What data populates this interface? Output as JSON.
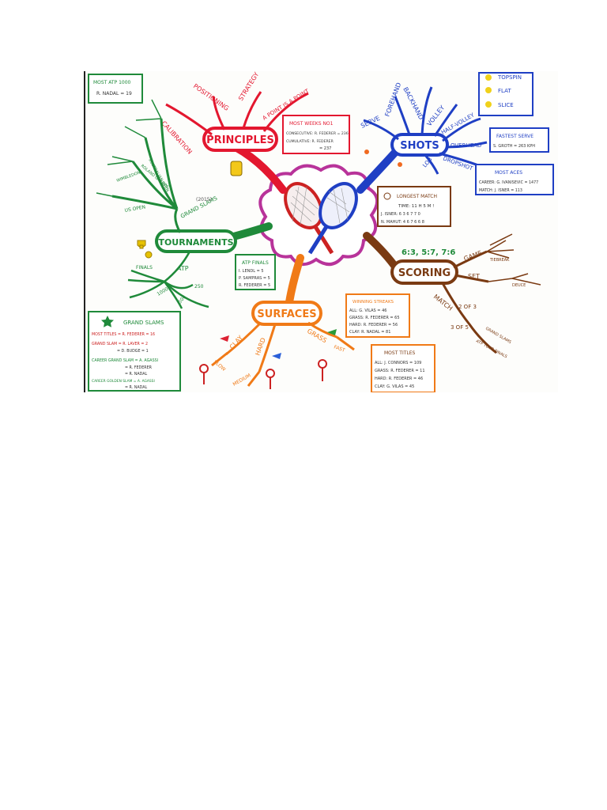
{
  "center": {
    "icon": "tennis-rackets-icon"
  },
  "colors": {
    "principles": "#e3172f",
    "shots": "#1f3fc4",
    "scoring": "#7a3a12",
    "surfaces": "#f07a17",
    "tournaments": "#1f8a3a",
    "center_frame": "#b8339a"
  },
  "branches": {
    "principles": {
      "label": "PRINCIPLES",
      "twigs": [
        "CALIBRATION",
        "POSITIONING",
        "STRATEGY",
        "A POINT IS A POINT"
      ]
    },
    "shots": {
      "label": "SHOTS",
      "twigs": [
        "SERVE",
        "FOREHAND",
        "BACKHAND",
        "VOLLEY",
        "HALF-VOLLEY",
        "OVERHEAD",
        "DROPSHOT",
        "LOB"
      ]
    },
    "scoring": {
      "label": "SCORING",
      "header": "6:3, 5:7, 7:6",
      "twigs": [
        "GAME",
        "SET",
        "MATCH",
        "TIEBREAK",
        "DEUCE"
      ],
      "notes": [
        "2 OF 3",
        "3 OF 5",
        "GRAND SLAMS",
        "ATP TOUR FINALS"
      ]
    },
    "surfaces": {
      "label": "SURFACES",
      "twigs": [
        "CLAY",
        "HARD",
        "GRASS",
        "SLOW",
        "MEDIUM",
        "FAST"
      ]
    },
    "tournaments": {
      "label": "TOURNAMENTS",
      "grand_slams": "GRAND SLAMS",
      "year": "(2015)",
      "slams": [
        "AUSTRALIAN OPEN",
        "ROLAND GARROS",
        "WIMBLEDON",
        "US OPEN"
      ],
      "atp": "ATP",
      "atp_twigs": [
        "FINALS",
        "1000",
        "500",
        "250"
      ]
    }
  },
  "boxes": {
    "most_atp": {
      "title": "MOST ATP 1000",
      "line": "R. NADAL = 19"
    },
    "most_weeks": {
      "title": "MOST WEEKS NO1",
      "lines": [
        "CONSECUTIVE: R. FEDERER = 236",
        "CUMULATIVE: R. FEDERER",
        "= 237"
      ]
    },
    "spins": {
      "items": [
        "TOPSPIN",
        "FLAT",
        "SLICE"
      ]
    },
    "fastest_serve": {
      "title": "FASTEST SERVE",
      "line": "S. GROTH = 263 KPH"
    },
    "most_aces": {
      "title": "MOST ACES",
      "lines": [
        "CAREER: G. IVANISEVIC = 1477",
        "MATCH: J. ISNER = 113"
      ]
    },
    "longest_match": {
      "title": "LONGEST MATCH",
      "time": "TIME: 11 H 5 M !",
      "lines": [
        "J. ISNER: 6 3 6 7 7 0",
        "N. MAHUT: 4 6 7 6 6 8"
      ]
    },
    "atp_finals": {
      "title": "ATP FINALS",
      "lines": [
        "I. LENDL = 5",
        "P. SAMPRAS = 5",
        "R. FEDERER = 5"
      ]
    },
    "winning_streaks": {
      "title": "WINNING STREAKS",
      "lines": [
        "ALL: G. VILAS = 46",
        "GRASS: R. FEDERER = 65",
        "HARD: R. FEDERER = 56",
        "CLAY: R. NADAL = 81"
      ]
    },
    "most_titles": {
      "title": "MOST TITLES",
      "lines": [
        "ALL: J. CONNORS = 109",
        "GRASS: R. FEDERER = 11",
        "HARD: R. FEDERER = 46",
        "CLAY: G. VILAS = 45"
      ]
    },
    "grand_slams": {
      "title": "GRAND SLAMS",
      "lines": [
        "MOST TITLES = R. FEDERER = 16",
        "GRAND SLAM = R. LAVER = 2",
        "= D. BUDGE = 1",
        "CAREER GRAND SLAM = A. AGASSI",
        "= R. FEDERER",
        "= R. NADAL",
        "CAREER GOLDEN SLAM = A. AGASSI",
        "= R. NADAL"
      ]
    }
  }
}
